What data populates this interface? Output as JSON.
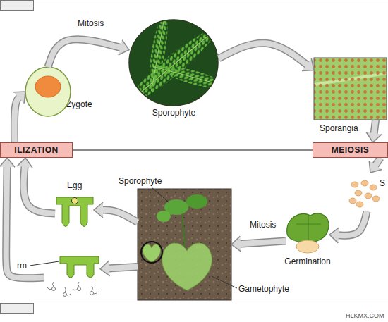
{
  "diagram": {
    "nodes": [
      {
        "text": [
          "Zygote"
        ]
      },
      {
        "text": [
          "Sporophyte"
        ]
      },
      {
        "text": [
          "Sporangia"
        ]
      },
      {
        "text": [
          "MEIOSIS"
        ]
      },
      {
        "text": [
          "S"
        ]
      },
      {
        "text": [
          "Germination"
        ]
      },
      {
        "text": [
          "Gametophyte"
        ]
      },
      {
        "text": [
          "Egg"
        ]
      },
      {
        "text": [
          "rm"
        ]
      },
      {
        "text": [
          "ILIZATION"
        ]
      }
    ],
    "edges": [
      {
        "from": 0,
        "to": 1,
        "label": "Mitosis",
        "arrow": "to"
      },
      {
        "from": 1,
        "to": 2,
        "arrow": "to"
      },
      {
        "from": 2,
        "to": 3,
        "arrow": "to"
      },
      {
        "from": 3,
        "to": 4,
        "arrow": "to"
      },
      {
        "from": 4,
        "to": 5,
        "arrow": "to"
      },
      {
        "from": 5,
        "to": 6,
        "label": "Mitosis",
        "arrow": "to"
      },
      {
        "from": 6,
        "to": 7,
        "arrow": "to"
      },
      {
        "from": 6,
        "to": 8,
        "arrow": "to"
      },
      {
        "from": 7,
        "to": 9,
        "arrow": "to"
      },
      {
        "from": 8,
        "to": 9,
        "arrow": "to"
      },
      {
        "from": 9,
        "to": 0,
        "arrow": "to"
      },
      {
        "from": 9,
        "to": 3,
        "arrow": "none"
      }
    ],
    "labels": [
      "Sporophyte",
      "HLKMX.COM"
    ]
  }
}
